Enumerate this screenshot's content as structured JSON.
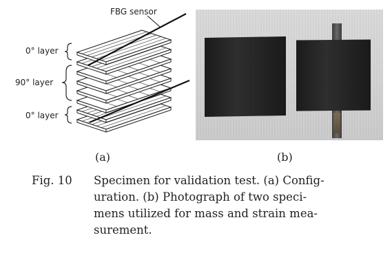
{
  "figure": {
    "panel_a": {
      "sensor_label": "FBG sensor",
      "layers": [
        "0° layer",
        "90° layer",
        "0° layer"
      ],
      "sublabel": "(a)"
    },
    "panel_b": {
      "sublabel": "(b)"
    }
  },
  "caption": {
    "number": "Fig. 10",
    "lines": [
      "Specimen for validation test. (a) Config-",
      "uration. (b) Photograph of two speci-",
      "mens utilized for mass and strain mea-",
      "surement."
    ]
  }
}
